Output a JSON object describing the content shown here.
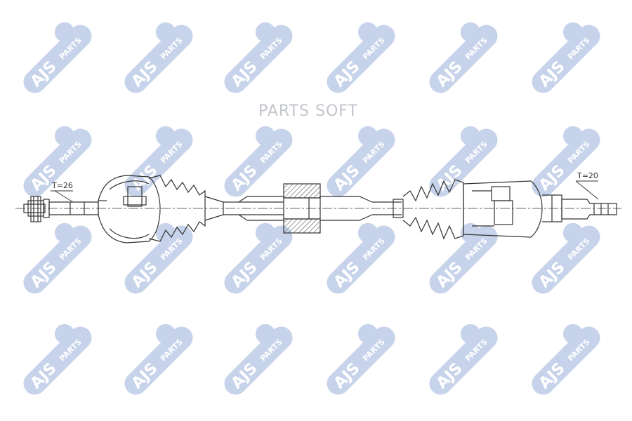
{
  "watermark": {
    "logo_text": "AJS",
    "logo_suffix": "PARTS",
    "color": "#c7d3ea",
    "text_color": "#ffffff"
  },
  "brand_text": "PARTS SOFT",
  "labels": {
    "left_spline": "T=26",
    "right_spline": "T=20"
  },
  "line_color": "#333333"
}
